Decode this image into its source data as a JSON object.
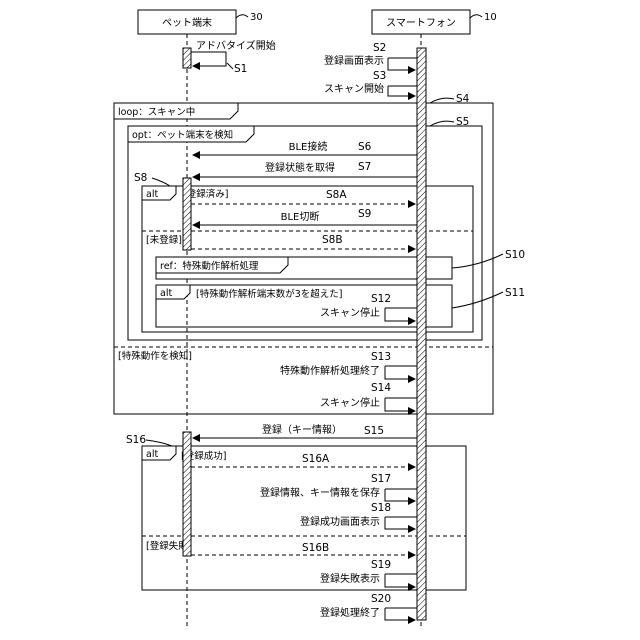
{
  "lifelines": {
    "pet": {
      "name": "ペット端末",
      "ref": "30"
    },
    "phone": {
      "name": "スマートフォン",
      "ref": "10"
    }
  },
  "start": {
    "pet_self": {
      "text": "アドバタイズ開始",
      "ref": "S1"
    },
    "s2": {
      "text": "登録画面表示",
      "ref": "S2"
    },
    "s3": {
      "text": "スキャン開始",
      "ref": "S3"
    }
  },
  "loop": {
    "tag": "loop：スキャン中",
    "ref": "S4",
    "opt": {
      "tag": "opt：ペット端末を検知",
      "ref": "S5",
      "s6": {
        "text": "BLE接続",
        "ref": "S6"
      },
      "s7": {
        "text": "登録状態を取得",
        "ref": "S7"
      },
      "s8_ref": "S8",
      "alt": {
        "tag": "alt",
        "guard1": "[登録済み]",
        "s8a": "S8A",
        "s9": {
          "text": "BLE切断",
          "ref": "S9"
        },
        "guard2": "[未登録]",
        "s8b": "S8B",
        "ref_frame": {
          "tag": "ref：特殊動作解析処理",
          "ref": "S10"
        },
        "inner_alt": {
          "tag": "alt",
          "guard": "[特殊動作解析端末数が3を超えた]",
          "ref": "S11",
          "s12": {
            "text": "スキャン停止",
            "ref": "S12"
          }
        }
      }
    },
    "guard2": "[特殊動作を検知]",
    "s13": {
      "text": "特殊動作解析処理終了",
      "ref": "S13"
    },
    "s14": {
      "text": "スキャン停止",
      "ref": "S14"
    }
  },
  "s15": {
    "text": "登録（キー情報）",
    "ref": "S15"
  },
  "s16_ref": "S16",
  "alt2": {
    "tag": "alt",
    "guard1": "[登録成功]",
    "s16a": "S16A",
    "s17": {
      "text": "登録情報、キー情報を保存",
      "ref": "S17"
    },
    "s18": {
      "text": "登録成功画面表示",
      "ref": "S18"
    },
    "guard2": "[登録失敗]",
    "s16b": "S16B",
    "s19": {
      "text": "登録失敗表示",
      "ref": "S19"
    }
  },
  "end": {
    "s20": {
      "text": "登録処理終了",
      "ref": "S20"
    }
  }
}
